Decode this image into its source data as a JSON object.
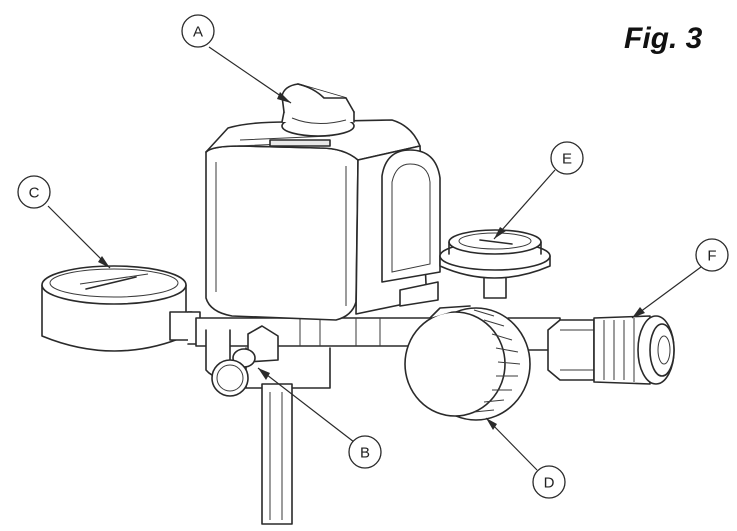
{
  "figure": {
    "title": "Fig. 3"
  },
  "callouts": [
    {
      "id": "a",
      "letter": "A"
    },
    {
      "id": "b",
      "letter": "B"
    },
    {
      "id": "c",
      "letter": "C"
    },
    {
      "id": "d",
      "letter": "D"
    },
    {
      "id": "e",
      "letter": "E"
    },
    {
      "id": "f",
      "letter": "F"
    }
  ]
}
